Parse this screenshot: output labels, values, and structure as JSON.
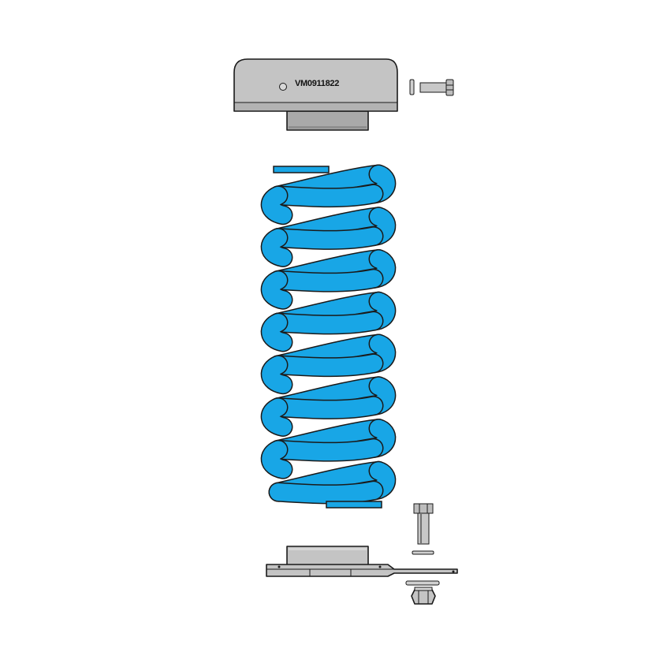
{
  "part_number": "VM0911822",
  "colors": {
    "background": "#ffffff",
    "metal": "#c4c4c4",
    "metal_dark": "#a9a9a9",
    "metal_light": "#d6d6d6",
    "spring": "#18a6e6",
    "outline": "#1a1a1a"
  },
  "spring": {
    "turns": 8
  },
  "components": [
    {
      "name": "upper-spring-seat",
      "icon": "spring-seat-icon"
    },
    {
      "name": "upper-bolt",
      "icon": "bolt-icon"
    },
    {
      "name": "upper-washer",
      "icon": "washer-icon"
    },
    {
      "name": "coil-spring",
      "icon": "coil-spring-icon"
    },
    {
      "name": "lower-spring-plate",
      "icon": "mounting-plate-icon"
    },
    {
      "name": "lower-bolt",
      "icon": "bolt-icon"
    },
    {
      "name": "lower-washer",
      "icon": "washer-icon"
    },
    {
      "name": "nut",
      "icon": "hex-nut-icon"
    }
  ]
}
